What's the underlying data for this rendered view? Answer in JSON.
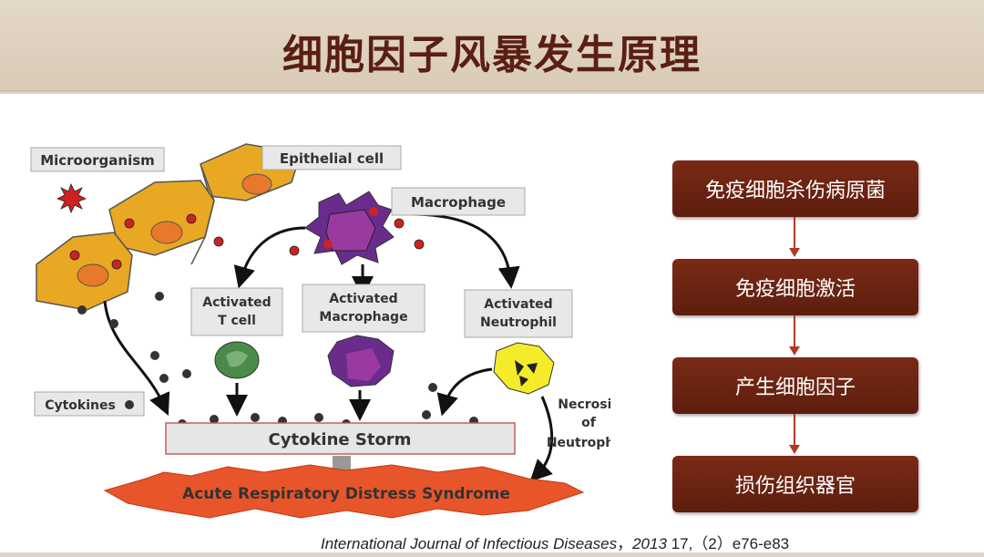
{
  "title": "细胞因子风暴发生原理",
  "diagram": {
    "labels": {
      "microorganism": "Microorganism",
      "epithelial": "Epithelial cell",
      "macrophage": "Macrophage",
      "tcell_1": "Activated",
      "tcell_2": "T cell",
      "amac_1": "Activated",
      "amac_2": "Macrophage",
      "aneu_1": "Activated",
      "aneu_2": "Neutrophil",
      "cytokines": "Cytokines",
      "storm": "Cytokine Storm",
      "necrosis_1": "Necrosis",
      "necrosis_2": "of",
      "necrosis_3": "Neutrophils",
      "ards": "Acute Respiratory Distress Syndrome"
    },
    "colors": {
      "epithelial": "#e8a823",
      "nucleus": "#e8782a",
      "macrophage": "#6a2c8c",
      "tcell": "#4a8a4a",
      "neutrophil": "#f4ec2a",
      "burst": "#e8552a",
      "virus": "#cc2222"
    }
  },
  "flow": {
    "steps": [
      "免疫细胞杀伤病原菌",
      "免疫细胞激活",
      "产生细胞因子",
      "损伤组织器官"
    ],
    "box_color": "#6b2212",
    "arrow_color": "#b23a22"
  },
  "citation": {
    "journal": "International Journal of Infectious Diseases",
    "sep": "，",
    "year": "2013",
    "details": "17,（2）e76-e83"
  }
}
